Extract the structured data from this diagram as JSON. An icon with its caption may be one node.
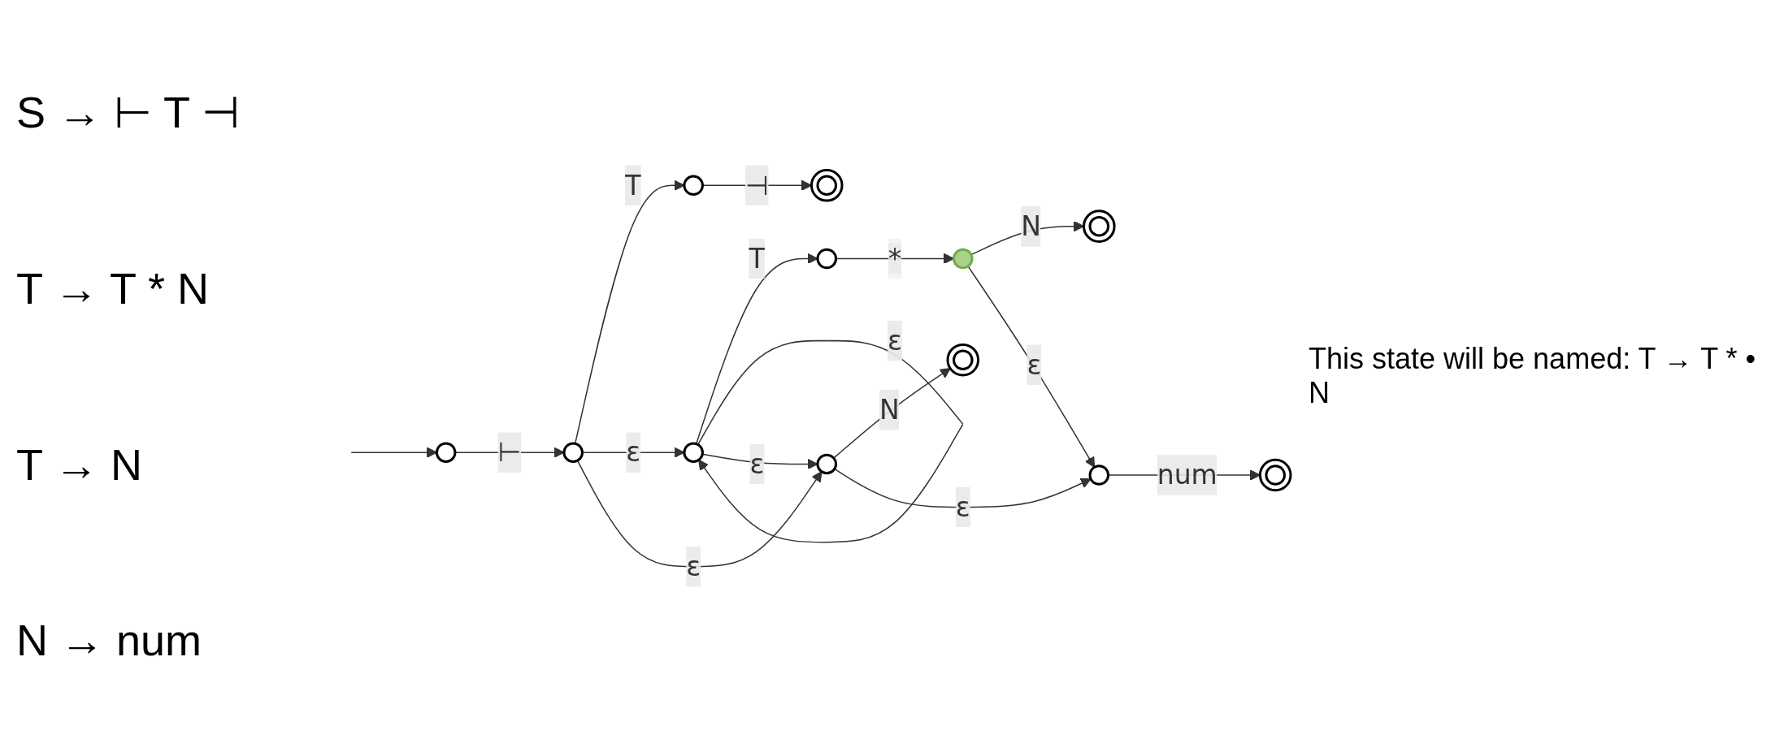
{
  "diagram": {
    "nodes": [
      {
        "text": [],
        "shape": "circle"
      },
      {
        "text": [],
        "shape": "circle"
      },
      {
        "text": [],
        "shape": "circle"
      },
      {
        "text": [],
        "shape": "doublecircle"
      },
      {
        "text": [],
        "shape": "circle"
      },
      {
        "text": [],
        "shape": "circle"
      },
      {
        "text": [],
        "shape": "circle"
      },
      {
        "text": [],
        "shape": "doublecircle"
      },
      {
        "text": [],
        "shape": "circle"
      },
      {
        "text": [],
        "shape": "doublecircle"
      },
      {
        "text": [],
        "shape": "circle"
      },
      {
        "text": [],
        "shape": "doublecircle"
      }
    ],
    "edges": [
      {
        "from": null,
        "to": 0,
        "arrow": "to"
      },
      {
        "from": 0,
        "to": 1,
        "label": "⊢",
        "arrow": "to"
      },
      {
        "from": 1,
        "to": 2,
        "label": "T",
        "arrow": "to"
      },
      {
        "from": 2,
        "to": 3,
        "label": "⊣",
        "arrow": "to"
      },
      {
        "from": 1,
        "to": 4,
        "label": "ε",
        "arrow": "to"
      },
      {
        "from": 1,
        "to": 8,
        "label": "ε",
        "arrow": "to"
      },
      {
        "from": 4,
        "to": 5,
        "label": "T",
        "arrow": "to"
      },
      {
        "from": 5,
        "to": 6,
        "label": "*",
        "arrow": "to"
      },
      {
        "from": 6,
        "to": 7,
        "label": "N",
        "arrow": "to"
      },
      {
        "from": 4,
        "to": 4,
        "label": "ε",
        "arrow": "to"
      },
      {
        "from": 4,
        "to": 8,
        "label": "ε",
        "arrow": "to"
      },
      {
        "from": 8,
        "to": 9,
        "label": "N",
        "arrow": "to"
      },
      {
        "from": 8,
        "to": 10,
        "label": "ε",
        "arrow": "to"
      },
      {
        "from": 6,
        "to": 10,
        "label": "ε",
        "arrow": "to"
      },
      {
        "from": 10,
        "to": 11,
        "label": "num",
        "arrow": "to"
      }
    ],
    "labels": [
      "S → ⊢ T ⊣",
      "T → T * N",
      "T → N",
      "N → num",
      "This state will be named: T → T * • N"
    ]
  }
}
